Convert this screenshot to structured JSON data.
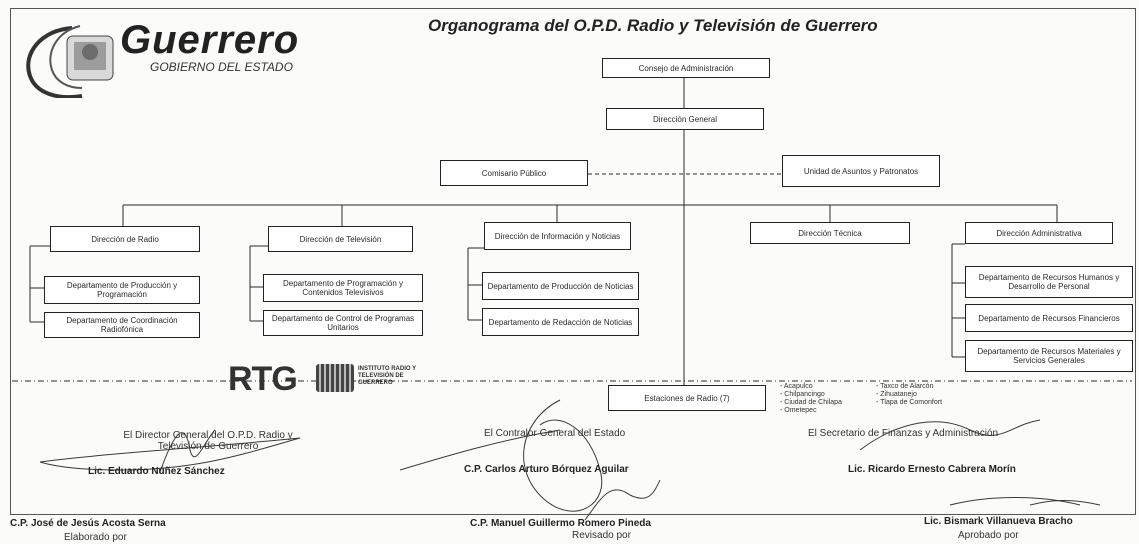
{
  "header": {
    "brand": "Guerrero",
    "brand_sub": "GOBIERNO DEL ESTADO",
    "title": "Organograma del O.P.D. Radio y Televisión de Guerrero"
  },
  "org": {
    "consejo": "Consejo de Administración",
    "direccion_general": "Dirección General",
    "comisario": "Comisario Público",
    "unidad_asuntos": "Unidad de Asuntos y Patronatos",
    "dir_radio": "Dirección de Radio",
    "dir_tv": "Dirección de Televisión",
    "dir_info": "Dirección de Información y Noticias",
    "dir_tecnica": "Dirección Técnica",
    "dir_admin": "Dirección Administrativa",
    "radio_dept1": "Departamento de Producción y Programación",
    "radio_dept2": "Departamento de Coordinación Radiofónica",
    "tv_dept1": "Departamento de Programación y Contenidos Televisivos",
    "tv_dept2": "Departamento de Control de Programas Unitarios",
    "info_dept1": "Departamento de Producción de Noticias",
    "info_dept2": "Departamento de Redacción de Noticias",
    "admin_dept1": "Departamento de Recursos Humanos y Desarrollo de Personal",
    "admin_dept2": "Departamento de Recursos Financieros",
    "admin_dept3": "Departamento de Recursos Materiales y Servicios Generales",
    "estaciones": "Estaciones de Radio (7)",
    "estaciones_list_a": [
      "- Acapulco",
      "- Chilpancingo",
      "- Ciudad de Chilapa",
      "- Ometepec"
    ],
    "estaciones_list_b": [
      "- Taxco de Alarcón",
      "- Zihuatanejo",
      "- Tlapa de Comonfort"
    ]
  },
  "logo_rtg": {
    "text": "RTG",
    "caption": "INSTITUTO RADIO Y TELEVISIÓN DE GUERRERO"
  },
  "signatures": {
    "director_label": "El Director General del O.P.D. Radio y Televisión de Guerrero",
    "director_name": "Lic. Eduardo Núñez Sánchez",
    "contralor_label": "El Contralor General del Estado",
    "contralor_name": "C.P. Carlos Arturo Bórquez Aguilar",
    "secretario_label": "El Secretario de Finanzas y Administración",
    "secretario_name": "Lic. Ricardo Ernesto Cabrera Morín",
    "elaborado_name": "C.P. José de Jesús Acosta Serna",
    "elaborado_label": "Elaborado por",
    "revisado_name": "C.P. Manuel Guillermo Romero Pineda",
    "revisado_label": "Revisado por",
    "aprobado_name": "Lic. Bismark Villanueva Bracho",
    "aprobado_label": "Aprobado por"
  }
}
